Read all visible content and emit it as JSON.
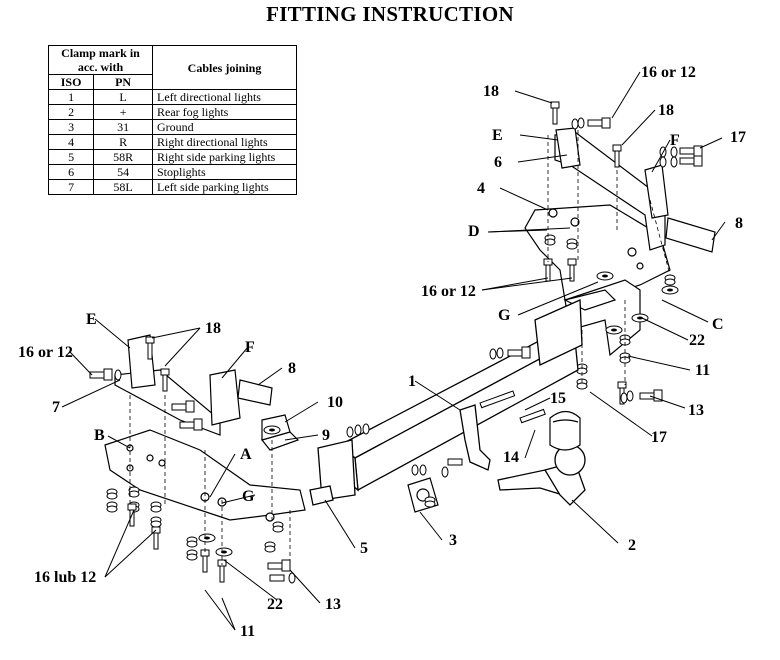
{
  "title": "FITTING INSTRUCTION",
  "table": {
    "header_clamp": "Clamp mark in acc. with",
    "header_iso": "ISO",
    "header_pn": "PN",
    "header_cables": "Cables joining",
    "rows": [
      {
        "iso": "1",
        "pn": "L",
        "desc": "Left directional lights"
      },
      {
        "iso": "2",
        "pn": "+",
        "desc": "Rear fog lights"
      },
      {
        "iso": "3",
        "pn": "31",
        "desc": "Ground"
      },
      {
        "iso": "4",
        "pn": "R",
        "desc": "Right directional lights"
      },
      {
        "iso": "5",
        "pn": "58R",
        "desc": "Right side parking lights"
      },
      {
        "iso": "6",
        "pn": "54",
        "desc": "Stoplights"
      },
      {
        "iso": "7",
        "pn": "58L",
        "desc": "Left side parking lights"
      }
    ]
  },
  "labels": {
    "l18a": "18",
    "l16or12a": "16 or 12",
    "l18b": "18",
    "lEa": "E",
    "lFa": "F",
    "l17a": "17",
    "l6": "6",
    "l4": "4",
    "l8a": "8",
    "lD": "D",
    "l16or12b": "16 or 12",
    "lGa": "G",
    "lC": "C",
    "l22a": "22",
    "l11a": "11",
    "l13a": "13",
    "l17b": "17",
    "l15": "15",
    "l14": "14",
    "l2": "2",
    "l3": "3",
    "l5": "5",
    "l9": "9",
    "l10": "10",
    "l1": "1",
    "lEb": "E",
    "l18c": "18",
    "l16or12c": "16 or 12",
    "lFb": "F",
    "l8b": "8",
    "l7": "7",
    "lB": "B",
    "lA": "A",
    "lGb": "G",
    "l16lub12": "16 lub 12",
    "l22b": "22",
    "l13b": "13",
    "l11b": "11"
  }
}
